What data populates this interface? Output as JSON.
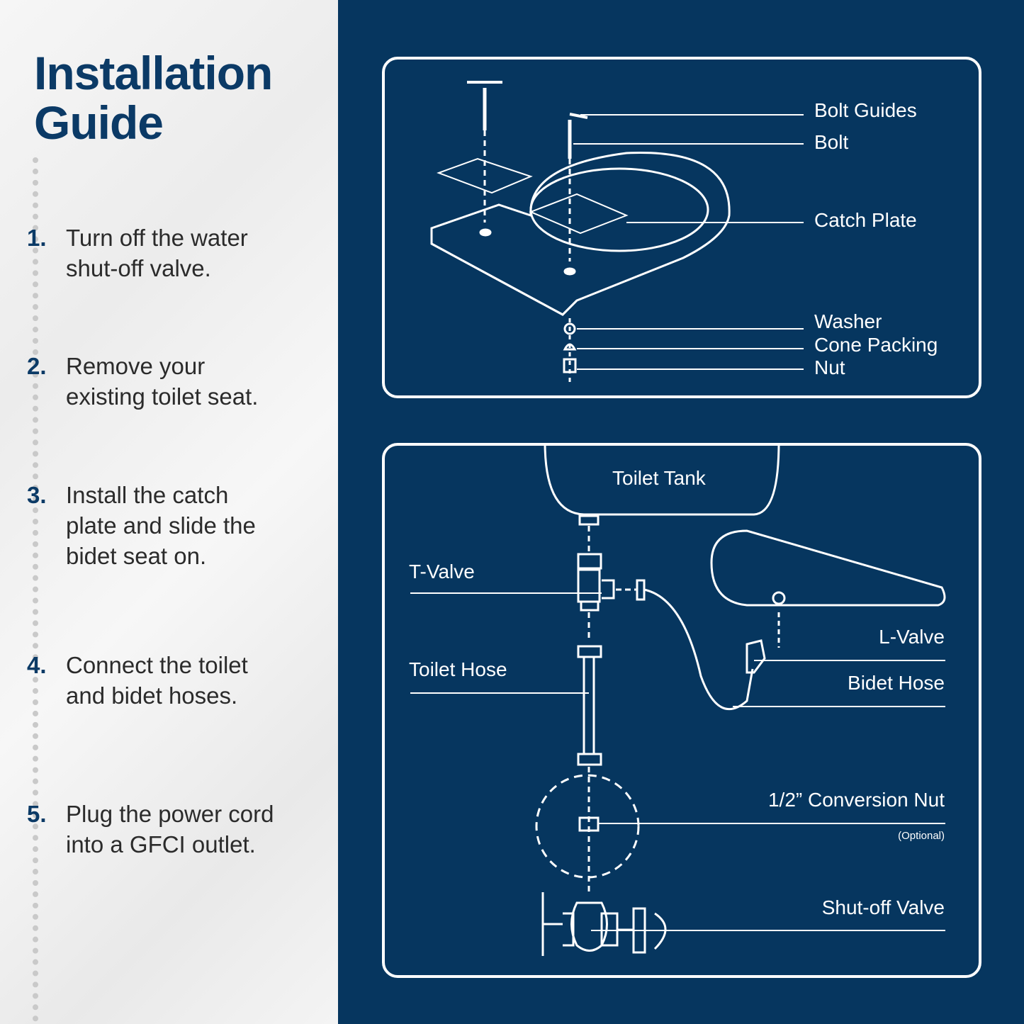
{
  "title": {
    "line1": "Installation",
    "line2": "Guide"
  },
  "steps": [
    {
      "num": "1.",
      "text": "Turn off the water shut-off valve."
    },
    {
      "num": "2.",
      "text": "Remove your existing toilet seat."
    },
    {
      "num": "3.",
      "text": "Install the catch plate and slide the bidet seat on."
    },
    {
      "num": "4.",
      "text": "Connect the toilet and bidet hoses."
    },
    {
      "num": "5.",
      "text": "Plug the power cord into a GFCI outlet."
    }
  ],
  "diagram1": {
    "labels": {
      "bolt_guides": "Bolt Guides",
      "bolt": "Bolt",
      "catch_plate": "Catch Plate",
      "washer": "Washer",
      "cone_packing": "Cone Packing",
      "nut": "Nut"
    }
  },
  "diagram2": {
    "labels": {
      "toilet_tank": "Toilet Tank",
      "t_valve": "T-Valve",
      "toilet_hose": "Toilet Hose",
      "l_valve": "L-Valve",
      "bidet_hose": "Bidet Hose",
      "conversion_nut": "1/2” Conversion Nut",
      "optional": "(Optional)",
      "shutoff_valve": "Shut-off Valve"
    }
  },
  "colors": {
    "navy": "#06365f",
    "title": "#0b3a66",
    "line": "#ffffff"
  }
}
